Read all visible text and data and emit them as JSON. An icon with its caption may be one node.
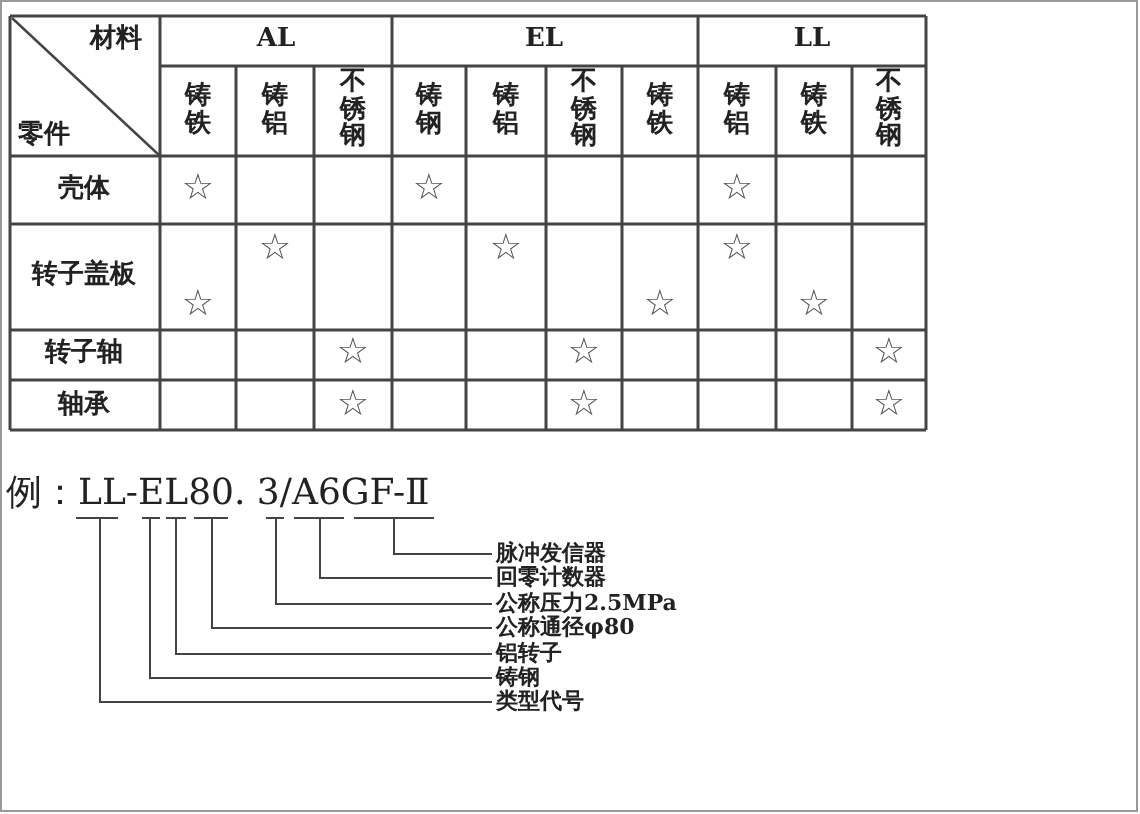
{
  "diagram": {
    "nodes": [
      {
        "text": [
          "脉冲发信器"
        ]
      },
      {
        "text": [
          "回零计数器"
        ]
      },
      {
        "text": [
          "公称压力2.5MPa"
        ]
      },
      {
        "text": [
          "公称通径φ80"
        ]
      },
      {
        "text": [
          "铝转子"
        ]
      },
      {
        "text": [
          "铸钢"
        ]
      },
      {
        "text": [
          "类型代号"
        ]
      },
      {
        "text": [
          "例：LL-EL80. 3/A6GF-Ⅱ"
        ]
      }
    ],
    "edges": [
      {
        "from": 0,
        "to": 7,
        "arrow": "none"
      },
      {
        "from": 1,
        "to": 7,
        "arrow": "none"
      },
      {
        "from": 2,
        "to": 7,
        "arrow": "none"
      },
      {
        "from": 3,
        "to": 7,
        "arrow": "none"
      },
      {
        "from": 4,
        "to": 7,
        "arrow": "none"
      },
      {
        "from": 5,
        "to": 7,
        "arrow": "none"
      },
      {
        "from": 6,
        "to": 7,
        "arrow": "none"
      }
    ],
    "labels": [
      "材料",
      "零件",
      "AL",
      "EL",
      "LL",
      "铸铁",
      "铸铝",
      "不锈钢",
      "铸钢",
      "铸铝",
      "不锈钢",
      "铸铁",
      "铸铝",
      "铸铁",
      "不锈钢",
      "壳体",
      "☆",
      "☆",
      "☆",
      "转子盖板",
      "☆",
      "☆",
      "☆",
      "☆",
      "☆",
      "☆",
      "转子轴",
      "☆",
      "☆",
      "☆",
      "轴承",
      "☆",
      "☆",
      "☆"
    ]
  }
}
